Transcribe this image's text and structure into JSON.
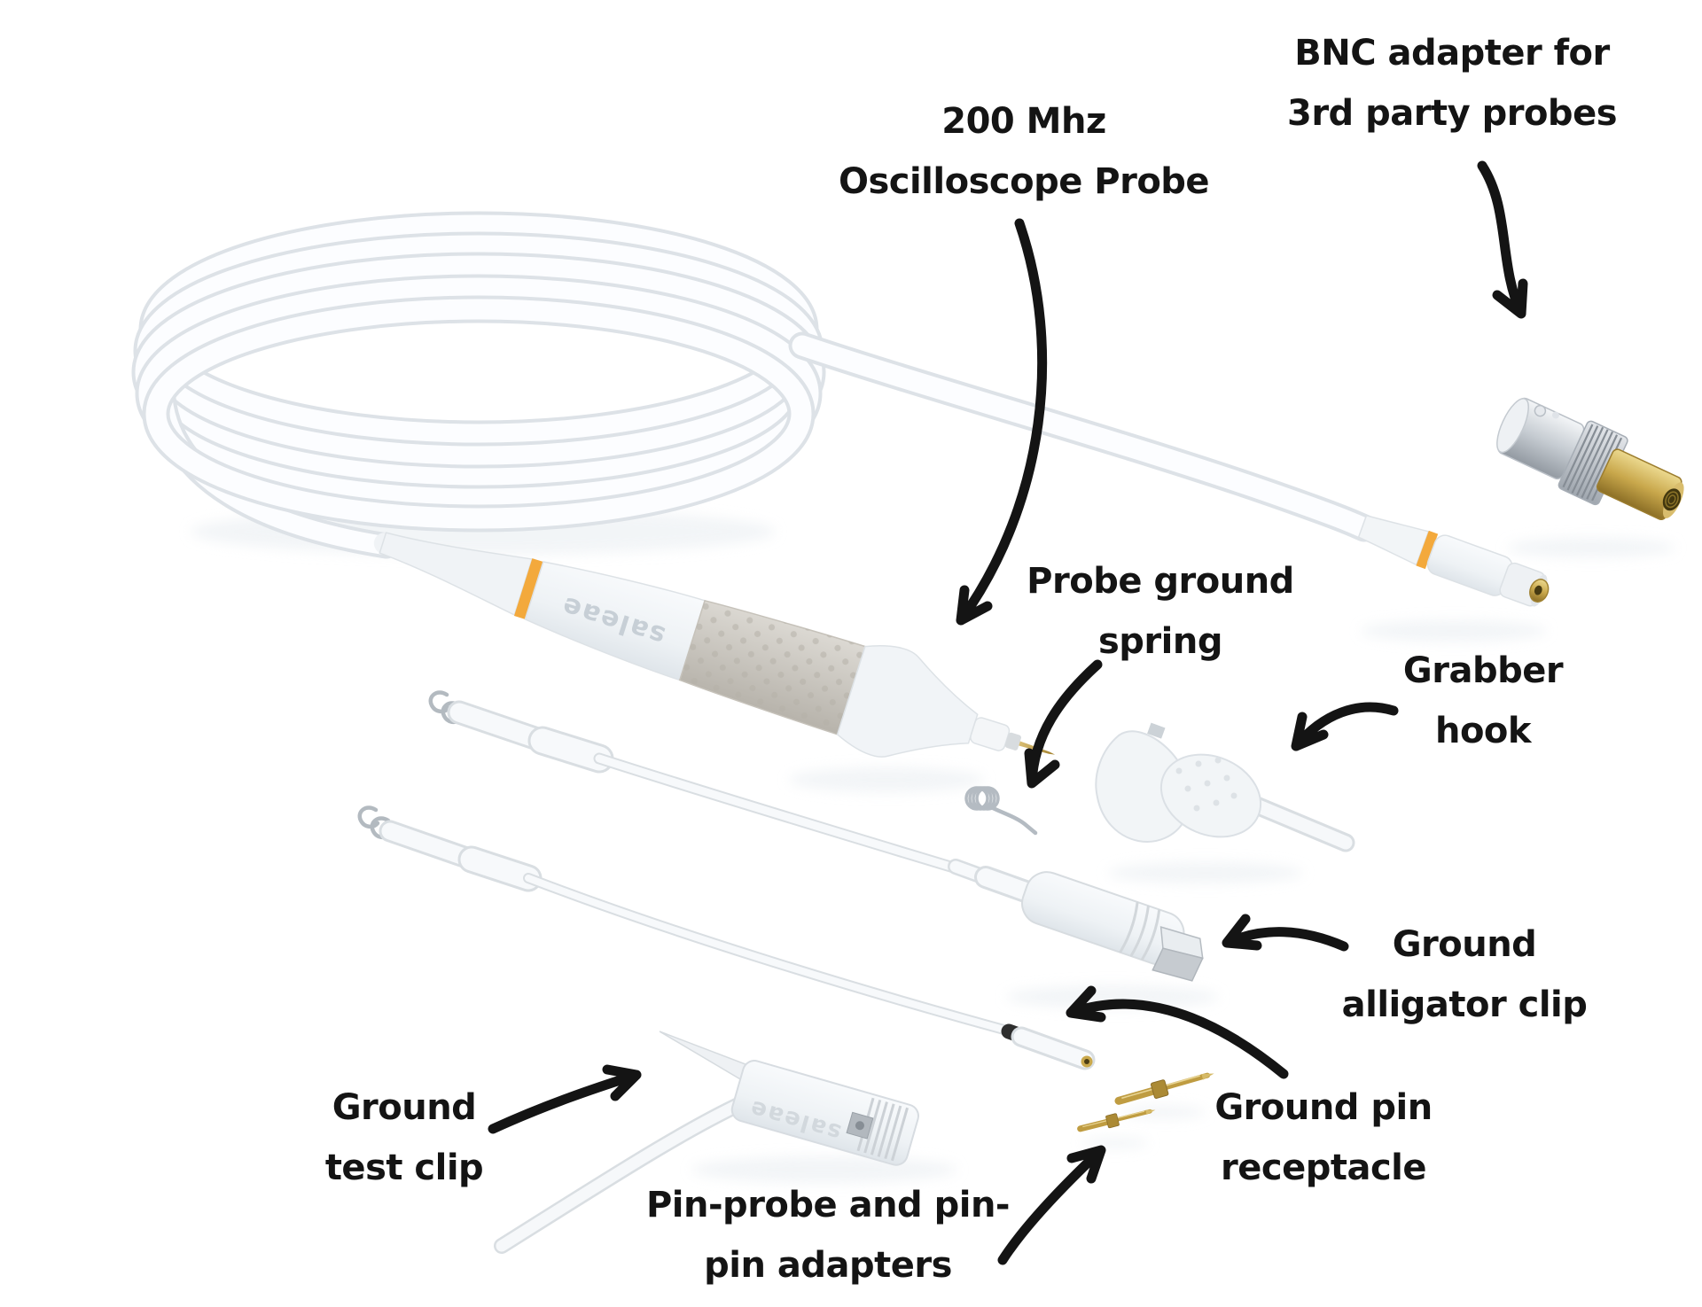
{
  "brand": {
    "text": "saleae"
  },
  "labels": {
    "probe": {
      "line1": "200 Mhz",
      "line2": "Oscilloscope Probe"
    },
    "bnc_adapter": {
      "line1": "BNC adapter for",
      "line2": "3rd party probes"
    },
    "ground_spring": {
      "line1": "Probe ground",
      "line2": "spring"
    },
    "grabber_hook": {
      "line1": "Grabber",
      "line2": "hook"
    },
    "alligator_clip": {
      "line1": "Ground",
      "line2": "alligator clip"
    },
    "pin_receptacle": {
      "line1": "Ground pin",
      "line2": "receptacle"
    },
    "test_clip": {
      "line1": "Ground",
      "line2": "test clip"
    },
    "pin_adapters": {
      "line1": "Pin-probe and pin-",
      "line2": "pin adapters"
    }
  },
  "colors": {
    "background": "#ffffff",
    "ink": "#141414",
    "accent_orange": "#f3a93c",
    "gold": "#c9a84c",
    "silver": "#c6ccd2",
    "plastic_white": "#f4f6f8",
    "grip_gray": "#cdc9c2"
  }
}
